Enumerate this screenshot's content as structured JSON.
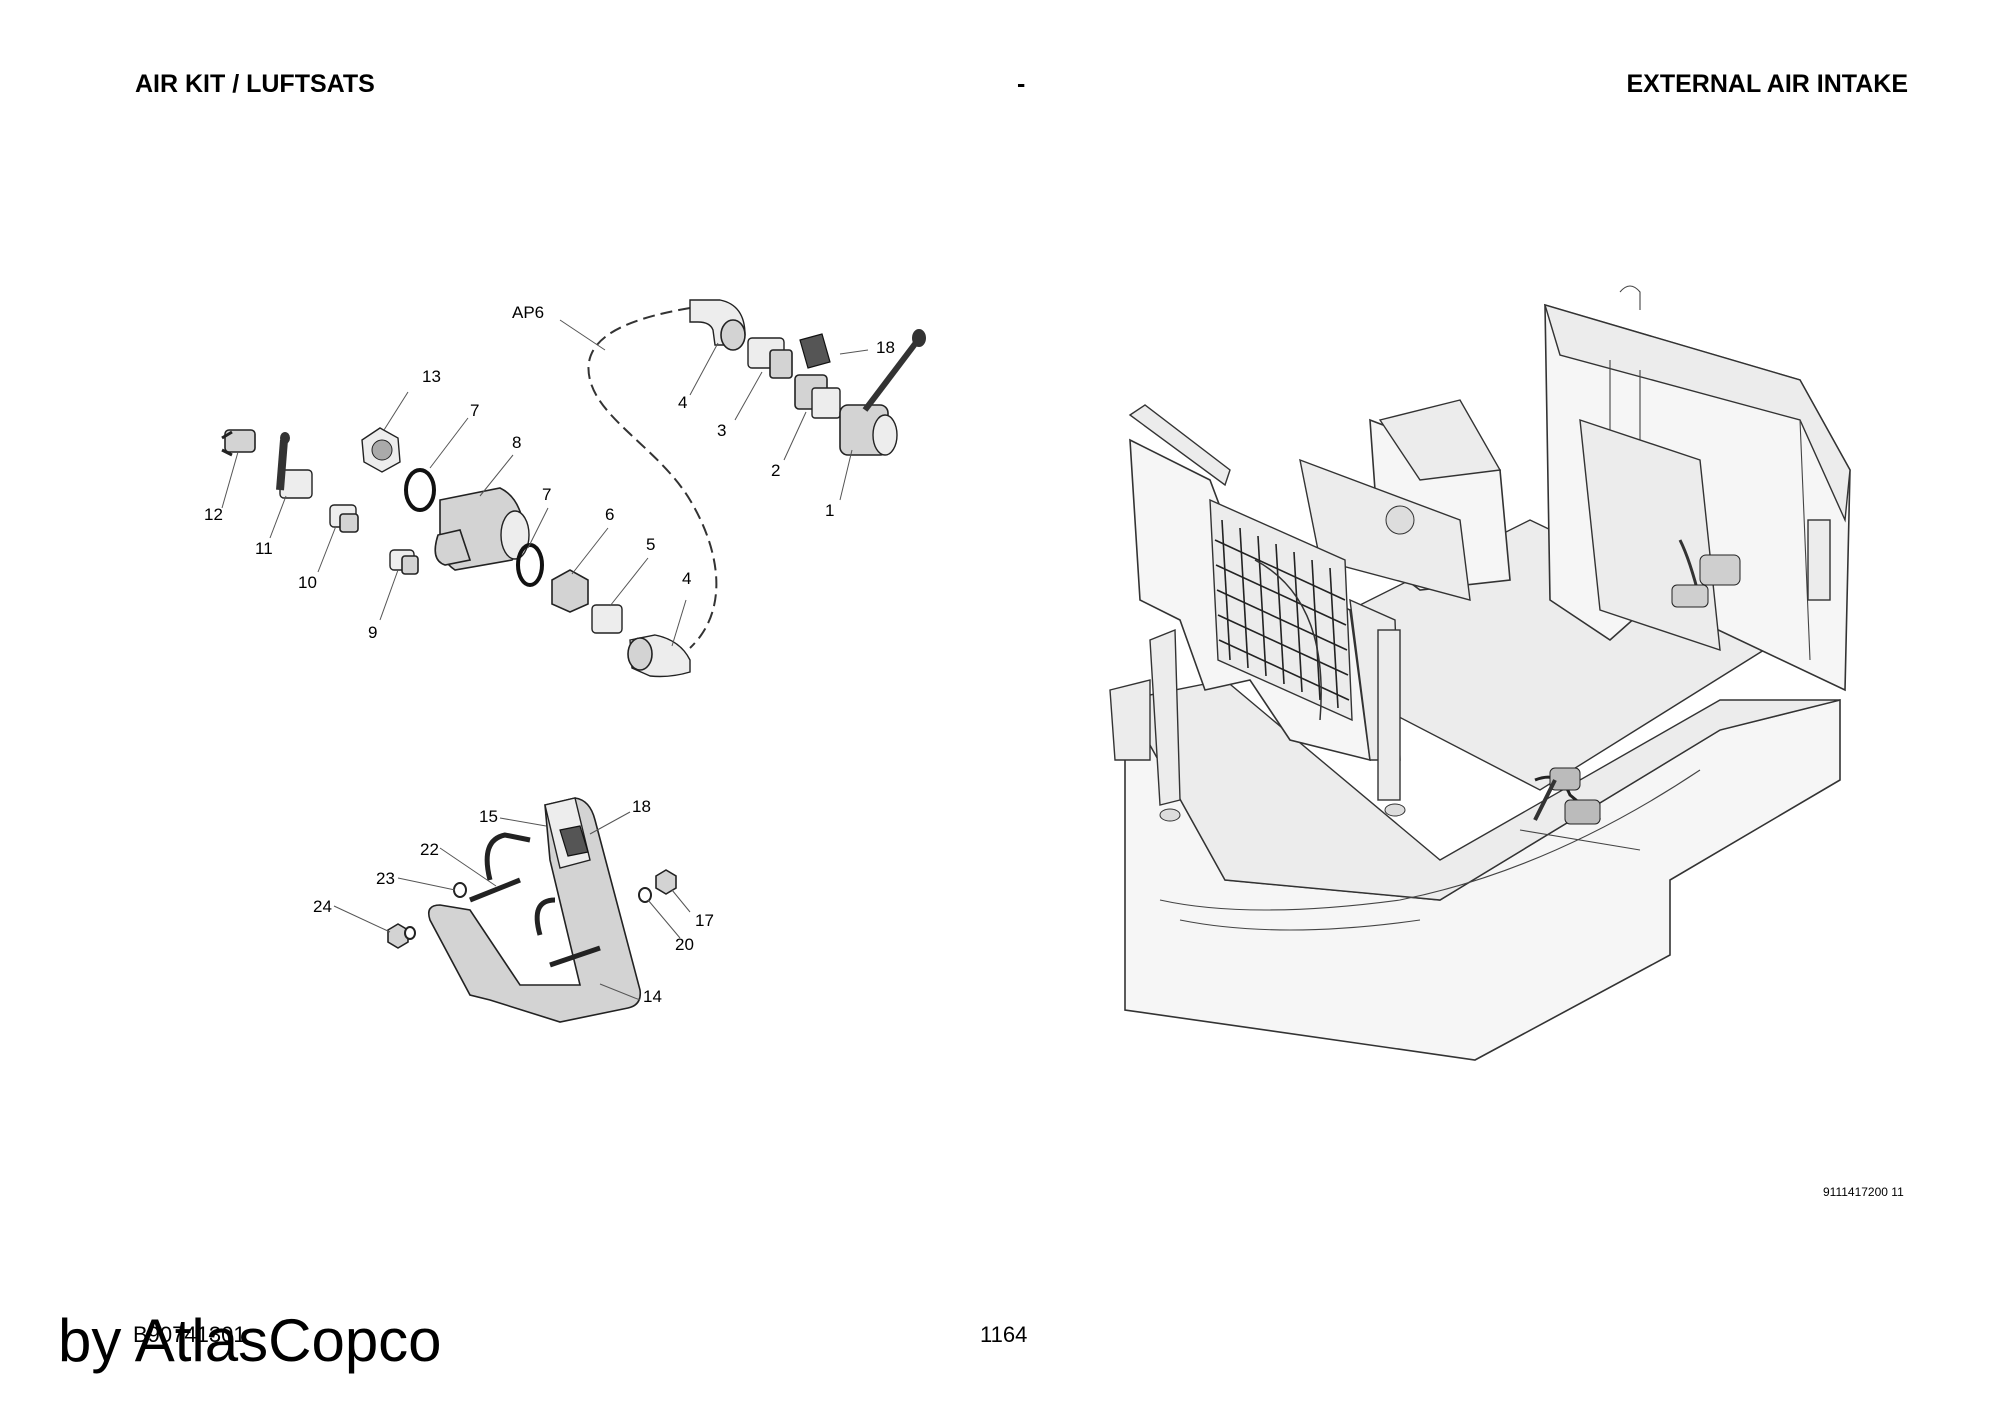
{
  "header": {
    "left": "AIR KIT / LUFTSATS",
    "center": "-",
    "right": "EXTERNAL AIR INTAKE"
  },
  "doc_number": "9111417200 11",
  "page_number": "1164",
  "bottom_code": "B90741301",
  "watermark": "by AtlasCopco",
  "callouts": {
    "c_ap6": "AP6",
    "c_18a": "18",
    "c_13": "13",
    "c_7a": "7",
    "c_8": "8",
    "c_4a": "4",
    "c_3": "3",
    "c_2": "2",
    "c_1": "1",
    "c_12": "12",
    "c_11": "11",
    "c_10": "10",
    "c_9": "9",
    "c_7b": "7",
    "c_6": "6",
    "c_5": "5",
    "c_4b": "4",
    "c_15": "15",
    "c_18b": "18",
    "c_22": "22",
    "c_23": "23",
    "c_24": "24",
    "c_17": "17",
    "c_20": "20",
    "c_14": "14"
  }
}
